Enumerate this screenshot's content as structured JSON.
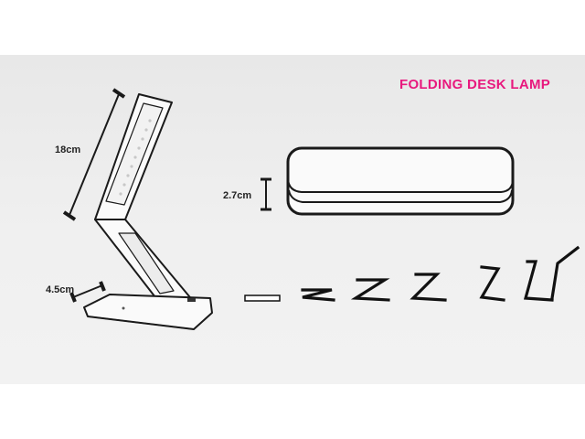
{
  "title": "FOLDING DESK LAMP",
  "dimensions": {
    "length": "18cm",
    "base": "4.5cm",
    "thickness": "2.7cm"
  },
  "colors": {
    "title": "#e8197e",
    "outline": "#1a1a1a",
    "background": "#eeeeee"
  },
  "fold_sequence_icons": [
    "folded-flat-icon",
    "fold-stage-1-icon",
    "fold-stage-2-icon",
    "fold-stage-3-icon",
    "fold-stage-4-icon",
    "fold-stage-5-icon",
    "fold-stage-6-icon"
  ]
}
